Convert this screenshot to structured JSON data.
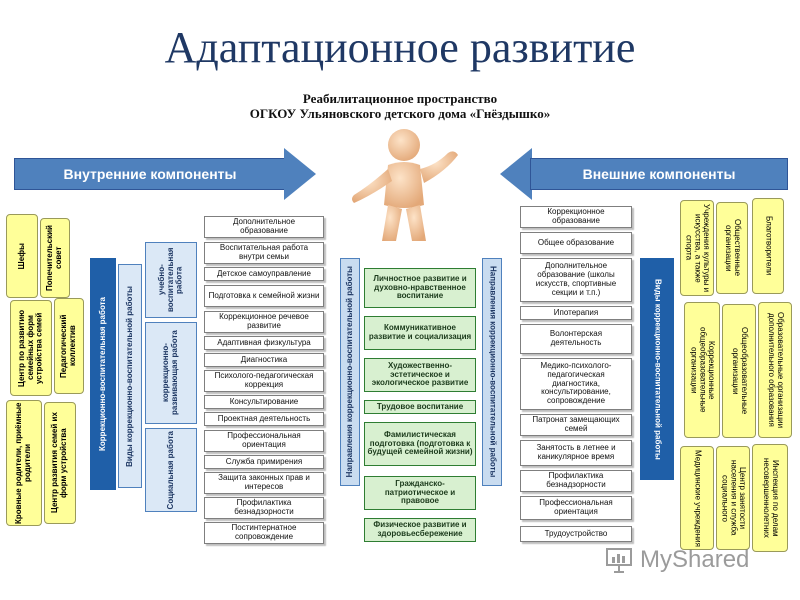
{
  "title": "Адаптационное развитие",
  "subtitle_line1": "Реабилитационное пространство",
  "subtitle_line2": "ОГКОУ Ульяновского детского дома «Гнёздышко»",
  "arrow_left_label": "Внутренние компоненты",
  "arrow_right_label": "Внешние компоненты",
  "left_yellow": [
    "Шефы",
    "Попечительский совет",
    "Центр по развитию семейных форм устройства семей",
    "Педагогический коллектив",
    "Кровные родители, приёмные родители",
    "Центр развития семей их форм устройства"
  ],
  "left_vertical_bars": {
    "dark": "Коррекционно-воспитательная работа",
    "light": "Виды коррекционно-воспитательной работы",
    "sections": [
      "учебно-воспитательная работа",
      "коррекционно-развивающая работа",
      "Социальная работа"
    ]
  },
  "inner_list": [
    "Дополнительное образование",
    "Воспитательная работа внутри семьи",
    "Детское самоуправление",
    "Подготовка к семейной жизни",
    "Коррекционное речевое развитие",
    "Адаптивная физкультура",
    "Диагностика",
    "Психолого-педагогическая коррекция",
    "Консультирование",
    "Проектная деятельность",
    "Профессиональная ориентация",
    "Служба примирения",
    "Защита законных прав и интересов",
    "Профилактика безнадзорности",
    "Постинтернатное сопровождение"
  ],
  "center_vertical_left": "Направления коррекционно-воспитательной работы",
  "center_vertical_right": "Направления коррекционно-воспитательной работы",
  "center_green": [
    "Личностное развитие и духовно-нравственное воспитание",
    "Коммуникативное развитие и социализация",
    "Художественно-эстетическое и экологическое развитие",
    "Трудовое воспитание",
    "Фамилистическая подготовка (подготовка к будущей семейной жизни)",
    "Гражданско-патриотическое и правовое",
    "Физическое развитие и здоровьесбережение"
  ],
  "outer_list": [
    "Коррекционное образование",
    "Общее образование",
    "Дополнительное образование (школы искусств, спортивные секции и т.п.)",
    "Ипотерапия",
    "Волонтерская деятельность",
    "Медико-психолого-педагогическая диагностика, консультирование, сопровождение",
    "Патронат замещающих семей",
    "Занятость в летнее и каникулярное время",
    "Профилактика безнадзорности",
    "Профессиональная ориентация",
    "Трудоустройство"
  ],
  "right_vertical_bar": "Виды коррекционно-воспитательной работы",
  "right_yellow": [
    "Учреждения культуры и искусства, а также спорта",
    "Общественные организации",
    "Благотворители",
    "Коррекционные общеобразовательные организации",
    "Общеобразовательные организации",
    "Образовательные организации дополнительного образования",
    "Медицинские учреждения",
    "Центр занятости населения и служба социального",
    "Инспекция по делам несовершеннолетних"
  ],
  "watermark": "MyShared",
  "colors": {
    "title": "#1f3864",
    "arrow": "#4f81bd",
    "yellow": "#ffff99",
    "green": "#d8f0d0",
    "dark_blue": "#1f5fa8"
  },
  "icons": [
    "person-figure-icon",
    "presentation-icon"
  ]
}
